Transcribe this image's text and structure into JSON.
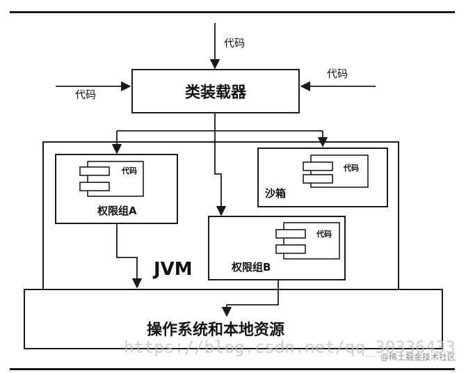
{
  "labels": {
    "code_top": "代码",
    "code_left": "代码",
    "code_right": "代码",
    "class_loader": "类装载器",
    "jvm": "JVM",
    "perm_a": "权限组A",
    "perm_b": "权限组B",
    "sandbox": "沙箱",
    "code_perm_a": "代码",
    "code_perm_b": "代码",
    "code_sandbox": "代码",
    "os_resources": "操作系统和本地资源"
  },
  "watermark": {
    "url": "https://blog.csdn.net/qq_30336433",
    "brand": "@稀土掘金技术社区"
  },
  "colors": {
    "stroke": "#1a1a1a",
    "text": "#111111",
    "background": "#ffffff",
    "watermark": "#bdbdbd"
  }
}
